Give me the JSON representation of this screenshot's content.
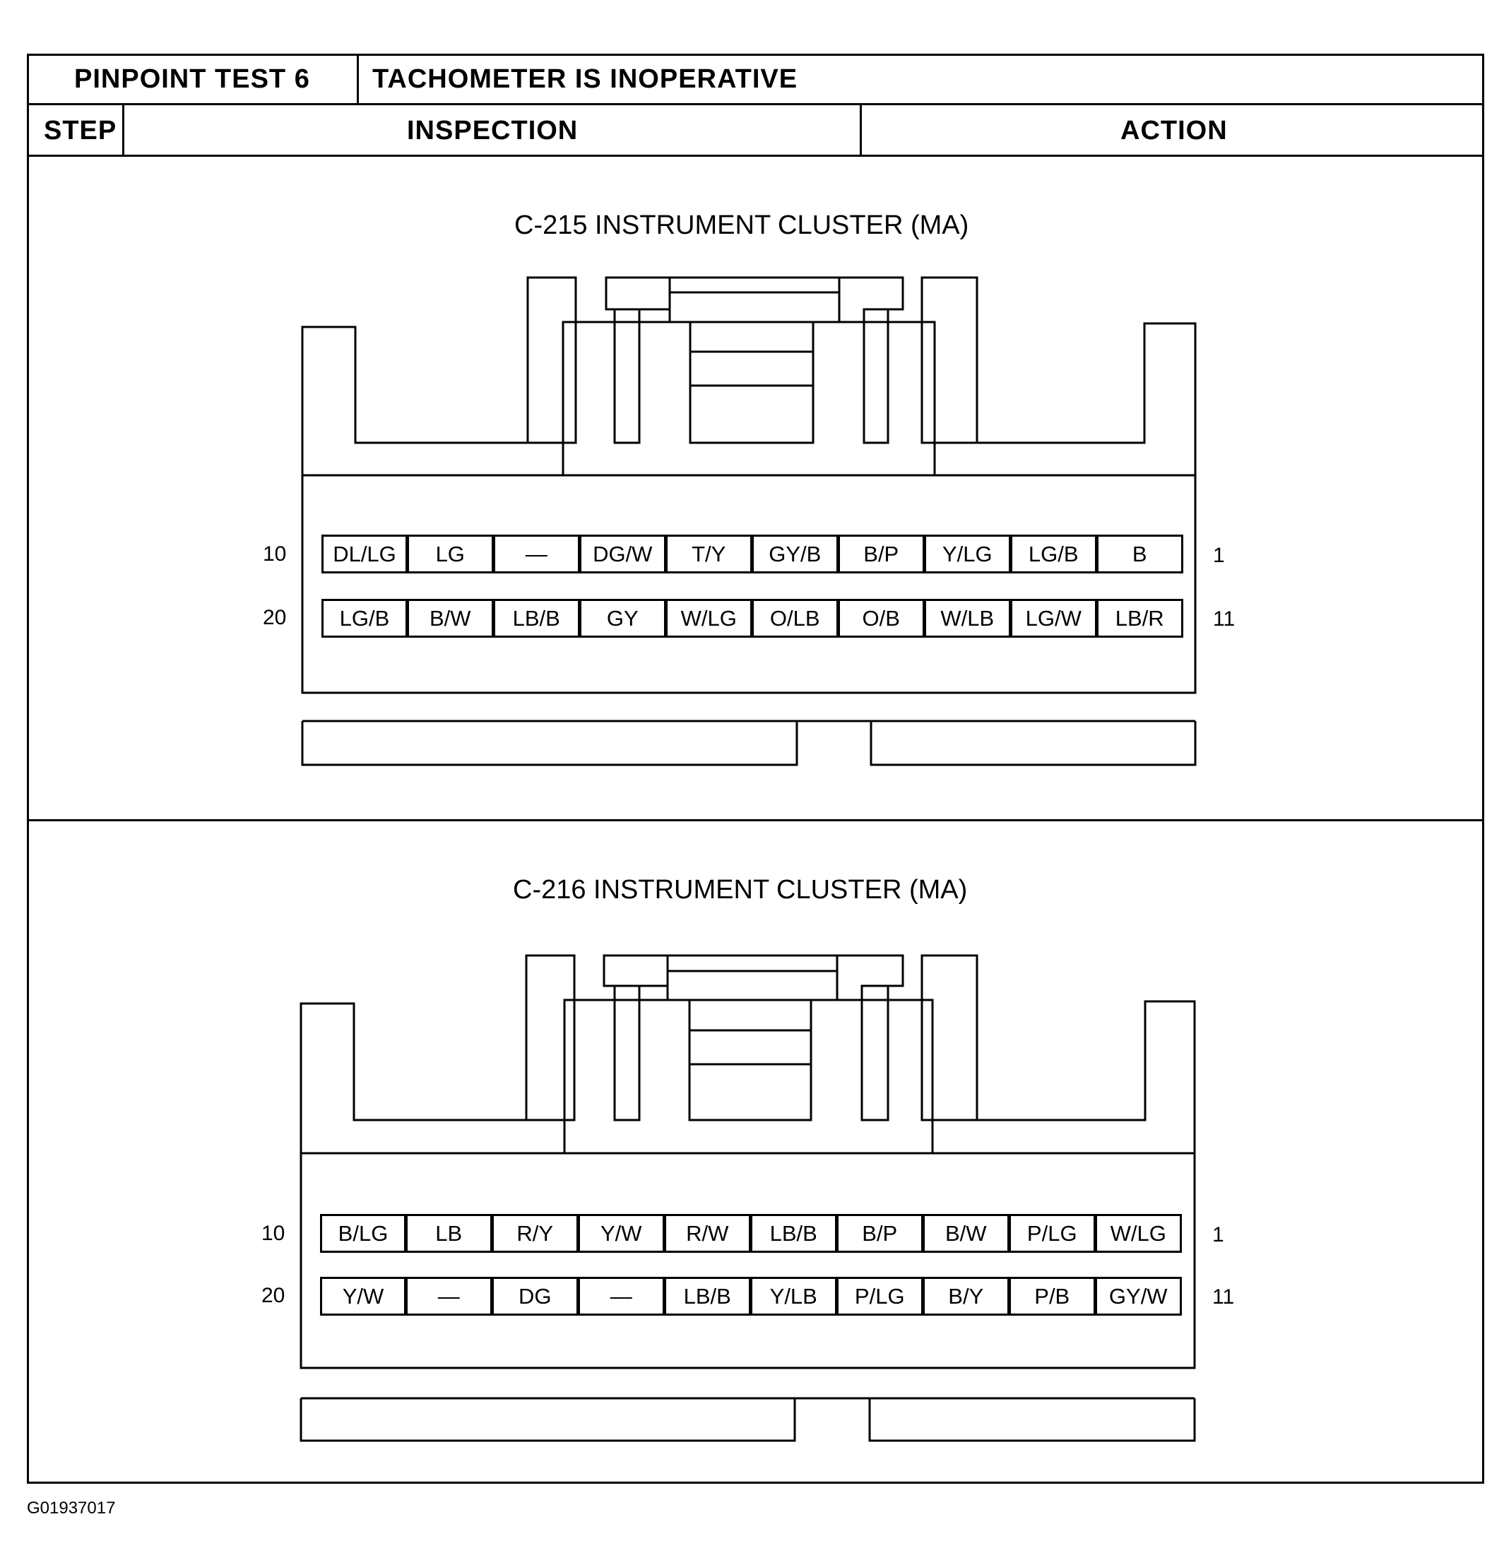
{
  "header": {
    "test_id": "PINPOINT TEST 6",
    "test_title": "TACHOMETER IS INOPERATIVE",
    "col_step": "STEP",
    "col_inspection": "INSPECTION",
    "col_action": "ACTION"
  },
  "connectors": [
    {
      "title": "C-215 INSTRUMENT CLUSTER (MA)",
      "row1_start_pin": "10",
      "row1_end_pin": "1",
      "row2_start_pin": "20",
      "row2_end_pin": "11",
      "row1": [
        "DL/LG",
        "LG",
        "—",
        "DG/W",
        "T/Y",
        "GY/B",
        "B/P",
        "Y/LG",
        "LG/B",
        "B"
      ],
      "row2": [
        "LG/B",
        "B/W",
        "LB/B",
        "GY",
        "W/LG",
        "O/LB",
        "O/B",
        "W/LB",
        "LG/W",
        "LB/R"
      ]
    },
    {
      "title": "C-216 INSTRUMENT CLUSTER (MA)",
      "row1_start_pin": "10",
      "row1_end_pin": "1",
      "row2_start_pin": "20",
      "row2_end_pin": "11",
      "row1": [
        "B/LG",
        "LB",
        "R/Y",
        "Y/W",
        "R/W",
        "LB/B",
        "B/P",
        "B/W",
        "P/LG",
        "W/LG"
      ],
      "row2": [
        "Y/W",
        "—",
        "DG",
        "—",
        "LB/B",
        "Y/LB",
        "P/LG",
        "B/Y",
        "P/B",
        "GY/W"
      ]
    }
  ],
  "figure_id": "G01937017"
}
